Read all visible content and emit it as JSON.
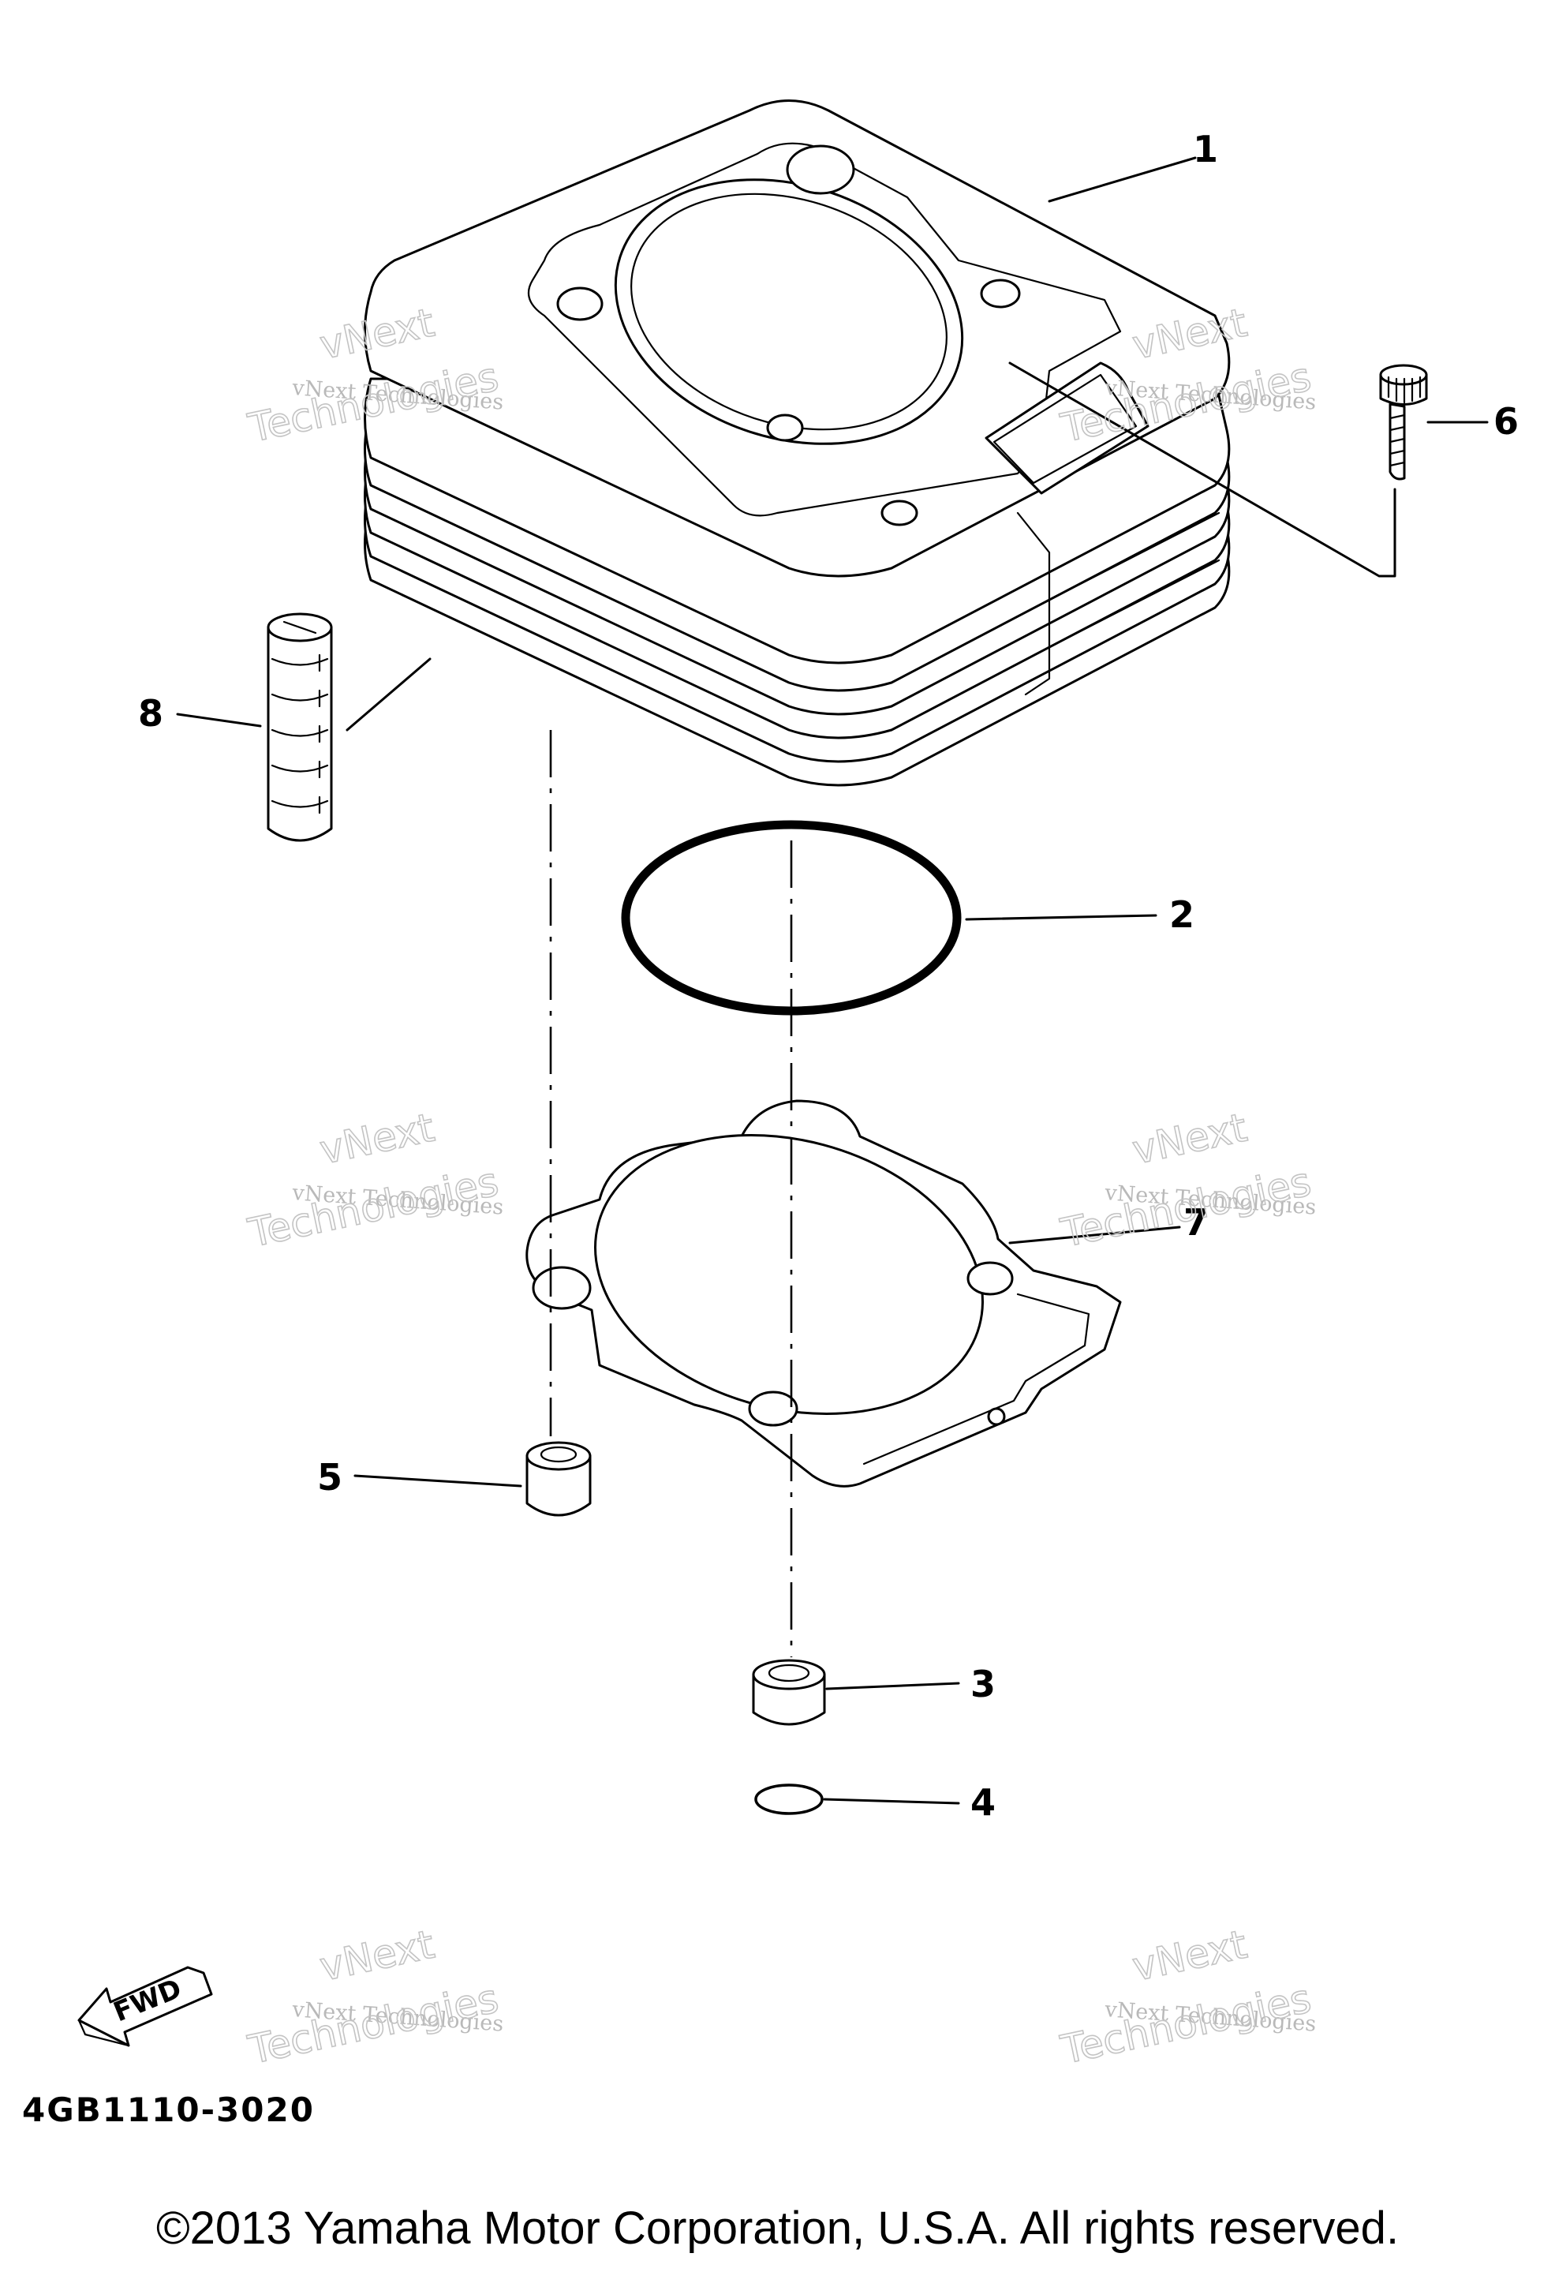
{
  "callouts": {
    "p1": "1",
    "p2": "2",
    "p3": "3",
    "p4": "4",
    "p5": "5",
    "p6": "6",
    "p7": "7",
    "p8": "8"
  },
  "fwd_label": "FWD",
  "part_code": "4GB1110-3020",
  "watermark": {
    "line1": "vNext Technologies",
    "line2": "vNext",
    "line3": "Technologies"
  },
  "copyright": "©2013 Yamaha Motor Corporation, U.S.A. All rights reserved."
}
